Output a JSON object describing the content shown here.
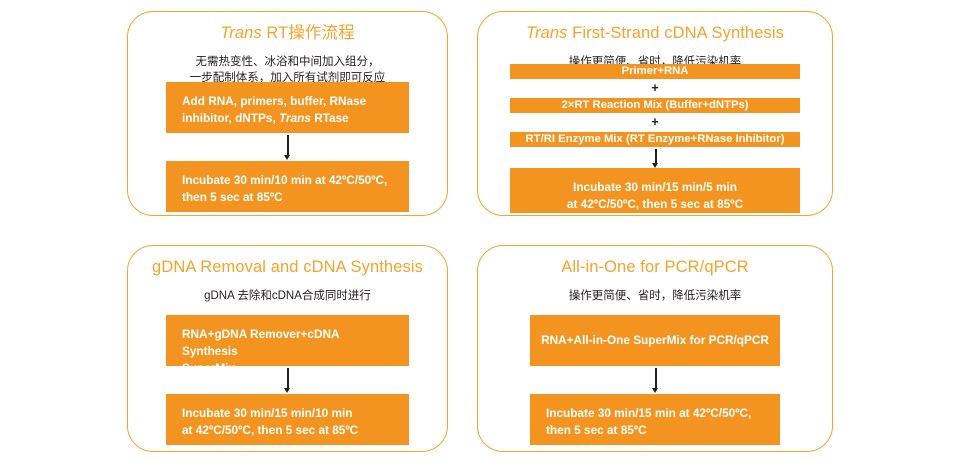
{
  "page": {
    "background": "#ffffff",
    "accent_orange": "#F2941F",
    "border_orange": "#F5A32A",
    "text_dark": "#231f20",
    "text_on_orange": "#ffffff"
  },
  "panels": [
    {
      "id": "trans-rt-workflow",
      "title_italic": "Trans",
      "title_rest": " RT操作流程",
      "subtitle_lines": [
        "无需热变性、冰浴和中间加入组分，",
        "一步配制体系，加入所有试剂即可反应"
      ],
      "step1_lines": [
        "Add RNA, primers, buffer, RNase",
        "inhibitor, dNTPs, Trans RTase"
      ],
      "step1_italic_word": "Trans",
      "step2_lines": [
        "Incubate 30 min/10 min at 42ºC/50ºC,",
        "then 5 sec at 85ºC"
      ]
    },
    {
      "id": "trans-first-strand-cdna-synthesis",
      "title_italic": "Trans",
      "title_rest": " First-Strand cDNA Synthesis",
      "subtitle_lines": [
        "操作更简便、省时，降低污染机率"
      ],
      "bars": [
        "Primer+RNA",
        "2×RT Reaction Mix (Buffer+dNTPs)",
        "RT/RI Enzyme Mix (RT Enzyme+RNase Inhibitor)"
      ],
      "plus_symbols": [
        "+",
        "+"
      ],
      "step2_lines": [
        "Incubate 30 min/15 min/5 min",
        "at 42ºC/50ºC, then 5 sec at 85ºC"
      ]
    },
    {
      "id": "gdna-removal-and-cdna-synthesis",
      "title_italic": "",
      "title_rest": "gDNA Removal and cDNA Synthesis",
      "subtitle_lines": [
        "gDNA 去除和cDNA合成同时进行"
      ],
      "step1_lines": [
        "RNA+gDNA Remover+cDNA Synthesis",
        "SuperMix"
      ],
      "step2_lines": [
        "Incubate 30 min/15 min/10 min",
        "at 42ºC/50ºC, then 5 sec at 85ºC"
      ]
    },
    {
      "id": "all-in-one-for-pcr-qpcr",
      "title_italic": "",
      "title_rest": "All-in-One for PCR/qPCR",
      "subtitle_lines": [
        "操作更简便、省时，降低污染机率"
      ],
      "step1_lines": [
        "RNA+All-in-One SuperMix for PCR/qPCR"
      ],
      "step2_lines": [
        "Incubate 30 min/15 min at 42ºC/50ºC,",
        "then 5 sec at 85ºC"
      ]
    }
  ]
}
